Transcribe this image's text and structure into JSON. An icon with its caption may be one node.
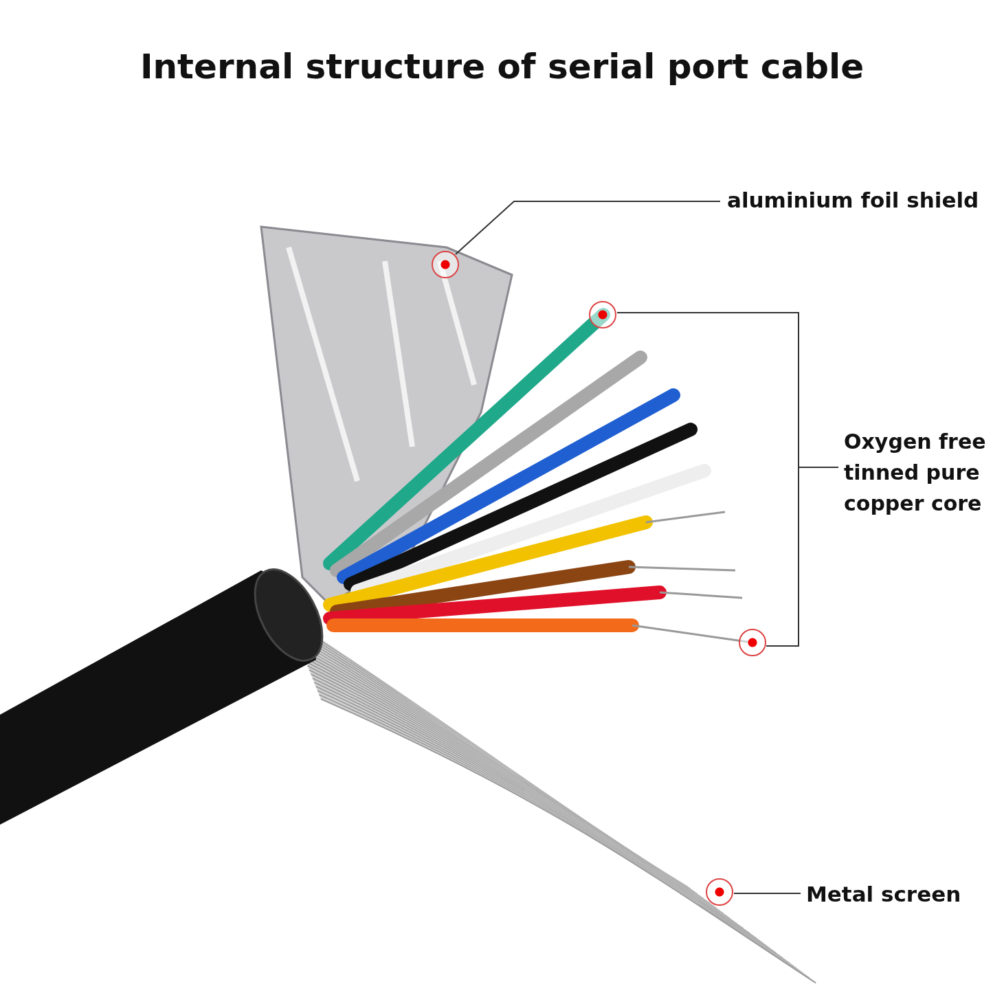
{
  "diagram": {
    "title": "Internal structure of serial port cable",
    "nodes": [
      {
        "text": [
          "aluminium foil shield"
        ]
      },
      {
        "text": [],
        "shape": "circle"
      },
      {
        "text": [
          "Oxygen free tinned pure copper core"
        ]
      },
      {
        "text": [],
        "shape": "circle"
      },
      {
        "text": [],
        "shape": "circle"
      },
      {
        "text": [
          "Metal screen"
        ]
      },
      {
        "text": [],
        "shape": "circle"
      }
    ],
    "edges": [
      {
        "from": 0,
        "to": 1,
        "arrow": "none"
      },
      {
        "from": 2,
        "to": 3,
        "arrow": "none"
      },
      {
        "from": 2,
        "to": 4,
        "arrow": "none"
      },
      {
        "from": 5,
        "to": 6,
        "arrow": "none"
      }
    ]
  }
}
